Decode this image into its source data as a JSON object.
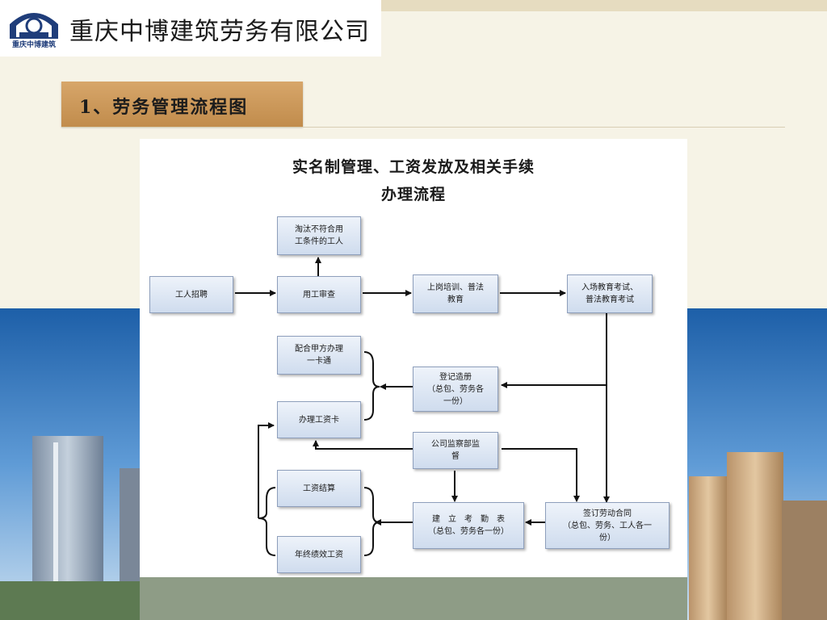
{
  "header": {
    "company_name": "重庆中博建筑劳务有限公司",
    "logo_caption": "重庆中博建筑"
  },
  "section": {
    "title": "1、劳务管理流程图"
  },
  "diagram": {
    "title_line1": "实名制管理、工资发放及相关手续",
    "title_line2": "办理流程",
    "nodes": {
      "eliminate": "淘汰不符合用\n工条件的工人",
      "recruit": "工人招聘",
      "review": "用工审查",
      "training": "上岗培训、普法\n教育",
      "exam": "入场教育考试、\n普法教育考试",
      "one_card": "配合甲方办理\n一卡通",
      "register": "登记造册\n（总包、劳务各\n一份）",
      "wage_card": "办理工资卡",
      "supervision": "公司监察部监\n督",
      "settlement": "工资结算",
      "attendance": "建　立　考　勤　表\n（总包、劳务各一份）",
      "contract": "签订劳动合同\n（总包、劳务、工人各一\n份）",
      "bonus": "年终绩效工资"
    }
  },
  "colors": {
    "box_fill": "#dfe8f4",
    "box_border": "#8e9fbc",
    "arrow": "#111111",
    "title_bar": "#c8955a"
  }
}
